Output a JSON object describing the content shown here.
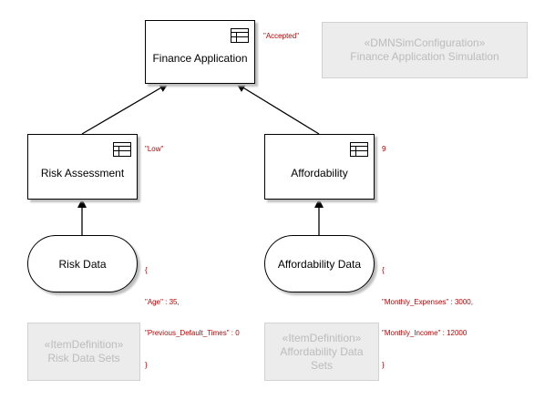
{
  "diagram": {
    "decisions": {
      "finance_application": {
        "label": "Finance Application",
        "result": "\"Accepted\""
      },
      "risk_assessment": {
        "label": "Risk Assessment",
        "result": "\"Low\""
      },
      "affordability": {
        "label": "Affordability",
        "result": "9"
      }
    },
    "inputs": {
      "risk_data": {
        "label": "Risk Data",
        "value_lines": [
          "{",
          "\"Age\" : 35,",
          "\"Previous_Default_Times\" : 0",
          "}"
        ]
      },
      "affordability_data": {
        "label": "Affordability Data",
        "value_lines": [
          "{",
          "\"Monthly_Expenses\" : 3000,",
          "\"Monthly_Income\" : 12000",
          "}"
        ]
      }
    },
    "config": {
      "stereotype": "«DMNSimConfiguration»",
      "name": "Finance Application Simulation"
    },
    "item_definitions": {
      "risk": {
        "stereotype": "«ItemDefinition»",
        "name": "Risk Data Sets"
      },
      "affordability": {
        "stereotype": "«ItemDefinition»",
        "name_line1": "Affordability Data",
        "name_line2": "Sets"
      }
    },
    "colors": {
      "result_text": "#c00000",
      "ghost_text": "#bcbcbc",
      "ghost_fill": "#ececec"
    }
  }
}
